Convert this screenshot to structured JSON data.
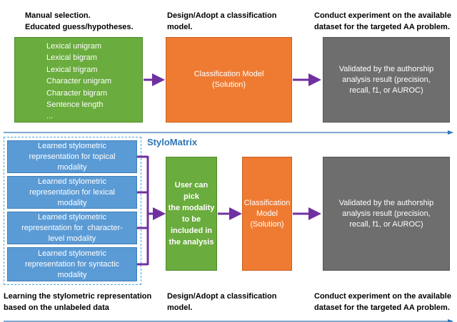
{
  "top": {
    "caption_left": [
      "Manual selection.",
      "Educated guess/hypotheses."
    ],
    "caption_mid": [
      "Design/Adopt a classification",
      "model."
    ],
    "caption_right": [
      "Conduct experiment on the available",
      "dataset for the targeted AA problem."
    ],
    "features": [
      "Lexical unigram",
      "Lexical bigram",
      "Lexical trigram",
      "Character unigram",
      "Character bigram",
      "Sentence length",
      "..."
    ],
    "model": [
      "Classification Model",
      "(Solution)"
    ],
    "validation": [
      "Validated by the authorship",
      "analysis result (precision,",
      "recall, f1, or AUROC)"
    ]
  },
  "bottom": {
    "group_label": "StyloMatrix",
    "modalities": [
      [
        "Learned stylometric",
        "representation for topical",
        "modality"
      ],
      [
        "Learned stylometric",
        "representation for lexical",
        "modality"
      ],
      [
        "Learned stylometric",
        "representation for  character-",
        "level modality"
      ],
      [
        "Learned stylometric",
        "representation for syntactic",
        "modality"
      ]
    ],
    "picker": [
      "User can pick",
      "the modality",
      "to be",
      "included in",
      "the analysis"
    ],
    "model": [
      "Classification",
      "Model",
      "(Solution)"
    ],
    "validation": [
      "Validated by the authorship",
      "analysis result (precision,",
      "recall, f1, or AUROC)"
    ],
    "caption_left": [
      "Learning the stylometric representation",
      "based on the unlabeled data"
    ],
    "caption_mid": [
      "Design/Adopt a classification",
      "model."
    ],
    "caption_right": [
      "Conduct experiment on the available",
      "dataset for the targeted AA problem."
    ]
  },
  "colors": {
    "green": "#6aac3d",
    "orange": "#ef7b32",
    "gray": "#6e6e6e",
    "blue": "#5b9bd5",
    "arrow": "#7030a0",
    "timeline": "#2e75b6"
  }
}
